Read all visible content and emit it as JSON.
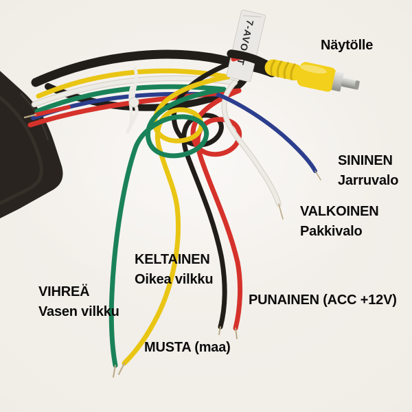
{
  "annotations": {
    "naytolle": {
      "line1": "Näytölle"
    },
    "sininen": {
      "line1": "SININEN",
      "line2": "Jarruvalo"
    },
    "valkoinen": {
      "line1": "VALKOINEN",
      "line2": "Pakkivalo"
    },
    "punainen": {
      "line1": "PUNAINEN (ACC +12V)"
    },
    "musta": {
      "line1": "MUSTA (maa)"
    },
    "keltainen": {
      "line1": "KELTAINEN",
      "line2": "Oikea vilkku"
    },
    "vihrea": {
      "line1": "VIHREÄ",
      "line2": "Vasen vilkku"
    }
  },
  "sticker": {
    "text": "7-AVOUT"
  },
  "colors": {
    "background": "#f2efea",
    "label_text": "#0b0b0b",
    "wire_black": "#211d19",
    "wire_yellow": "#e9c514",
    "wire_red": "#d5322b",
    "wire_green": "#1a8259",
    "wire_blue": "#2c3e8d",
    "wire_white": "#edebe5",
    "wire_white_edge": "#d8d3ca",
    "connector_yellow": "#f2d01b",
    "connector_rib": "#cfae10",
    "box_black": "#29241f",
    "box_ridge": "#3d3731",
    "tie_white": "#edebe6",
    "stripped_tip": "#b9a986",
    "sticker_white": "#eae8e4",
    "sticker_edge": "#c9c5bf",
    "sticker_text": "#2b2b2b"
  }
}
